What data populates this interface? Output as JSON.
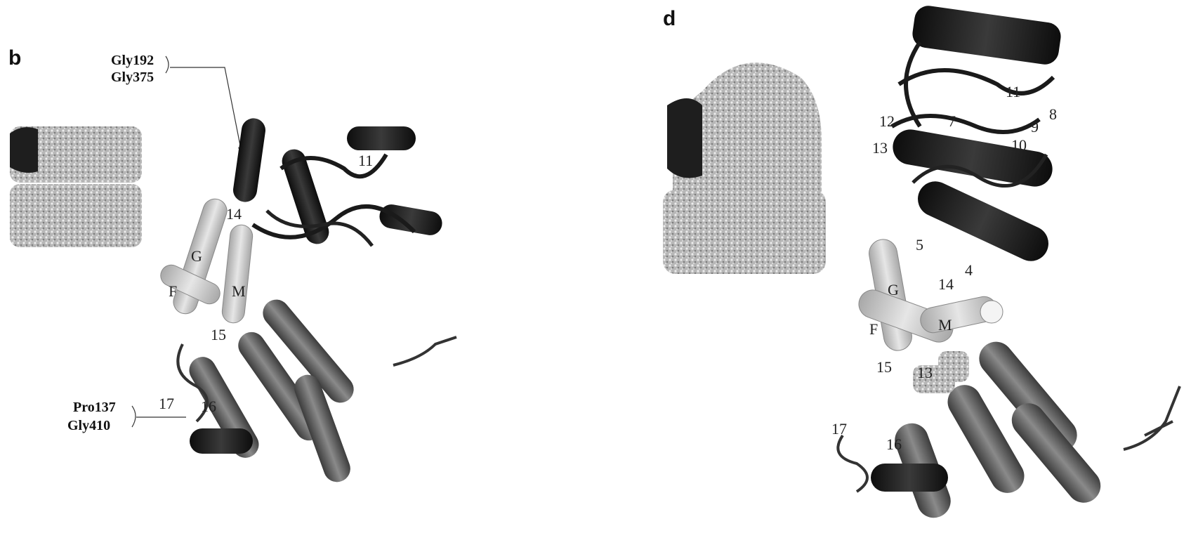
{
  "panel_b": {
    "letter": "b",
    "annotation_top": [
      "Gly192",
      "Gly375"
    ],
    "annotation_bottom": [
      "Pro137",
      "Gly410"
    ],
    "helix_letters": [
      "G",
      "F",
      "M"
    ],
    "numbers": [
      "14",
      "16",
      "17",
      "11",
      "15"
    ]
  },
  "panel_d": {
    "letter": "d",
    "helix_letters": [
      "G",
      "F",
      "M"
    ],
    "numbers": [
      "11",
      "8",
      "12",
      "7",
      "9",
      "13",
      "10",
      "5",
      "4",
      "14",
      "15",
      "13",
      "17",
      "16"
    ]
  },
  "colors": {
    "dark": "#1a1a1a",
    "mid": "#555555",
    "light": "#c9c9c9",
    "surface": "#9a9a9a"
  }
}
